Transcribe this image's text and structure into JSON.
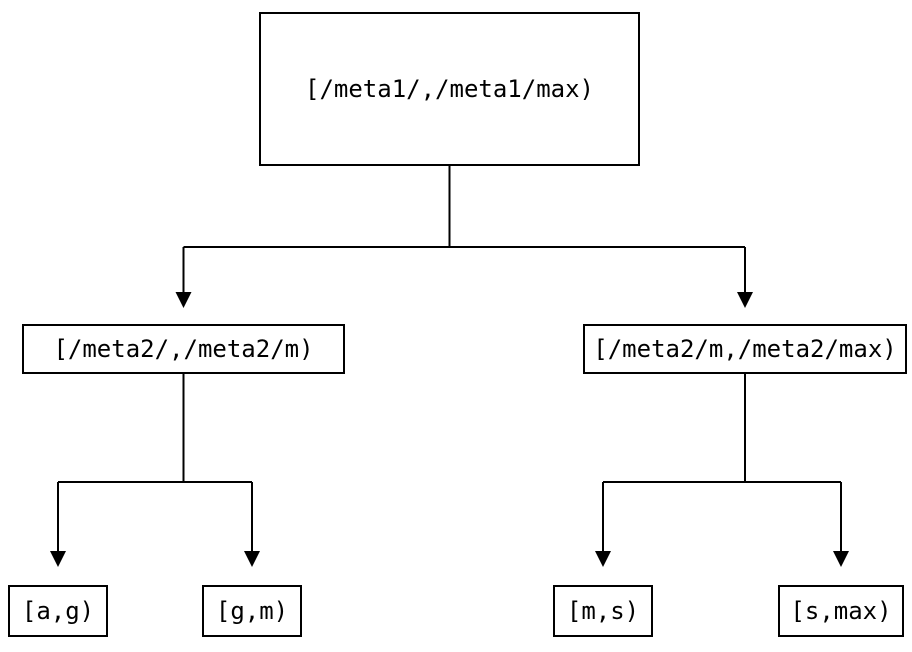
{
  "diagram": {
    "type": "tree",
    "nodes": {
      "root": {
        "id": "root",
        "label": "[/meta1/,/meta1/max)"
      },
      "level2_left": {
        "id": "level2_left",
        "label": "[/meta2/,/meta2/m)"
      },
      "level2_right": {
        "id": "level2_right",
        "label": "[/meta2/m,/meta2/max)"
      },
      "leaf_ag": {
        "id": "leaf_ag",
        "label": "[a,g)"
      },
      "leaf_gm": {
        "id": "leaf_gm",
        "label": "[g,m)"
      },
      "leaf_ms": {
        "id": "leaf_ms",
        "label": "[m,s)"
      },
      "leaf_smax": {
        "id": "leaf_smax",
        "label": "[s,max)"
      }
    },
    "edges": [
      {
        "from": "root",
        "to": "level2_left"
      },
      {
        "from": "root",
        "to": "level2_right"
      },
      {
        "from": "level2_left",
        "to": "leaf_ag"
      },
      {
        "from": "level2_left",
        "to": "leaf_gm"
      },
      {
        "from": "level2_right",
        "to": "leaf_ms"
      },
      {
        "from": "level2_right",
        "to": "leaf_smax"
      }
    ],
    "colors": {
      "background": "#ffffff",
      "line": "#000000",
      "box_border": "#000000",
      "text": "#000000"
    }
  }
}
